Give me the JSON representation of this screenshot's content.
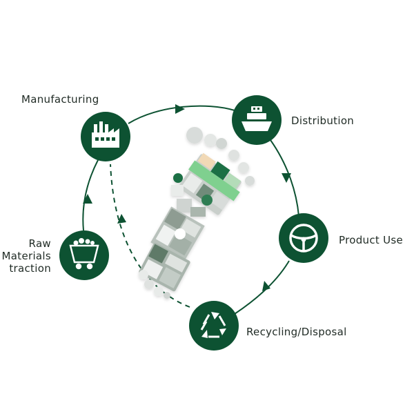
{
  "colors": {
    "primary": "#0d5232",
    "icon": "#ffffff",
    "text": "#1f2a24",
    "shoe_green": "#7fd08f",
    "shoe_gray": "#c9cfcb"
  },
  "stages": [
    {
      "id": "raw",
      "icon": "mine-cart-icon",
      "label_lines": [
        "Raw",
        "Materials",
        "traction"
      ]
    },
    {
      "id": "manufacturing",
      "icon": "factory-icon",
      "label_lines": [
        "Manufacturing"
      ]
    },
    {
      "id": "distribution",
      "icon": "ship-icon",
      "label_lines": [
        "Distribution"
      ]
    },
    {
      "id": "product_use",
      "icon": "steering-wheel-icon",
      "label_lines": [
        "Product Use"
      ]
    },
    {
      "id": "recycling",
      "icon": "recycle-icon",
      "label_lines": [
        "Recycling/Disposal"
      ]
    }
  ],
  "illustration": {
    "icon": "footprint-blocks-icon"
  }
}
